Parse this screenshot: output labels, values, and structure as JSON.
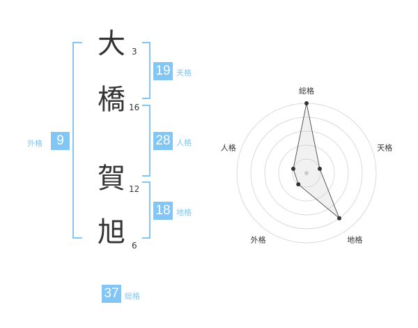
{
  "name": {
    "chars": [
      {
        "char": "大",
        "strokes": "3"
      },
      {
        "char": "橋",
        "strokes": "16"
      },
      {
        "char": "賀",
        "strokes": "12"
      },
      {
        "char": "旭",
        "strokes": "6"
      }
    ]
  },
  "kaku": {
    "ten": {
      "value": "19",
      "label": "天格"
    },
    "jin": {
      "value": "28",
      "label": "人格"
    },
    "chi": {
      "value": "18",
      "label": "地格"
    },
    "gai": {
      "value": "9",
      "label": "外格"
    },
    "sou": {
      "value": "37",
      "label": "総格"
    }
  },
  "colors": {
    "accent": "#81c6f4",
    "text": "#333333",
    "grid": "#cccccc"
  },
  "chart_data": {
    "type": "radar",
    "axes": [
      "総格",
      "天格",
      "地格",
      "外格",
      "人格"
    ],
    "values": [
      5,
      1,
      4,
      1,
      1
    ],
    "rmax": 5,
    "rings": 5
  }
}
